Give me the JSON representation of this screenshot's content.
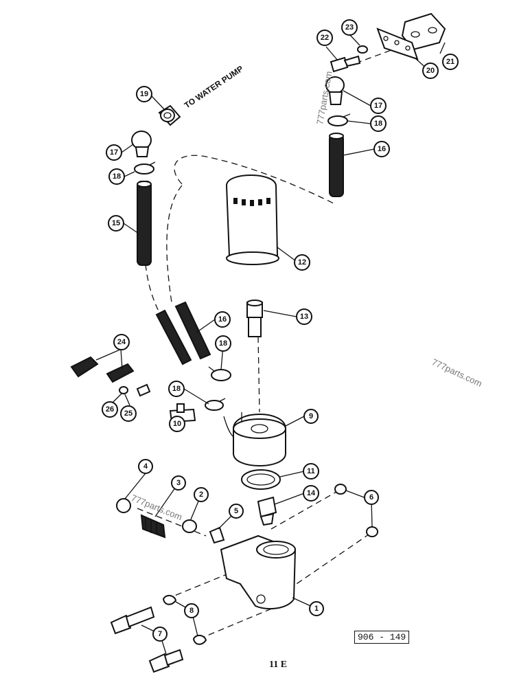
{
  "diagram": {
    "note": "TO WATER PUMP",
    "reference_code": "906 - 149",
    "page_number": "11 E",
    "watermarks": [
      "777parts.com",
      "777parts.com",
      "777parts.com"
    ]
  },
  "callouts": [
    {
      "id": "c1",
      "label": "1"
    },
    {
      "id": "c2",
      "label": "2"
    },
    {
      "id": "c3",
      "label": "3"
    },
    {
      "id": "c4",
      "label": "4"
    },
    {
      "id": "c5",
      "label": "5"
    },
    {
      "id": "c6",
      "label": "6"
    },
    {
      "id": "c7",
      "label": "7"
    },
    {
      "id": "c8",
      "label": "8"
    },
    {
      "id": "c9",
      "label": "9"
    },
    {
      "id": "c10",
      "label": "10"
    },
    {
      "id": "c11",
      "label": "11"
    },
    {
      "id": "c12",
      "label": "12"
    },
    {
      "id": "c13",
      "label": "13"
    },
    {
      "id": "c14",
      "label": "14"
    },
    {
      "id": "c15",
      "label": "15"
    },
    {
      "id": "c16a",
      "label": "16"
    },
    {
      "id": "c16b",
      "label": "16"
    },
    {
      "id": "c17a",
      "label": "17"
    },
    {
      "id": "c17b",
      "label": "17"
    },
    {
      "id": "c18a",
      "label": "18"
    },
    {
      "id": "c18b",
      "label": "18"
    },
    {
      "id": "c18c",
      "label": "18"
    },
    {
      "id": "c18d",
      "label": "18"
    },
    {
      "id": "c19",
      "label": "19"
    },
    {
      "id": "c20",
      "label": "20"
    },
    {
      "id": "c21",
      "label": "21"
    },
    {
      "id": "c22",
      "label": "22"
    },
    {
      "id": "c23",
      "label": "23"
    },
    {
      "id": "c24",
      "label": "24"
    },
    {
      "id": "c25",
      "label": "25"
    },
    {
      "id": "c26",
      "label": "26"
    }
  ]
}
